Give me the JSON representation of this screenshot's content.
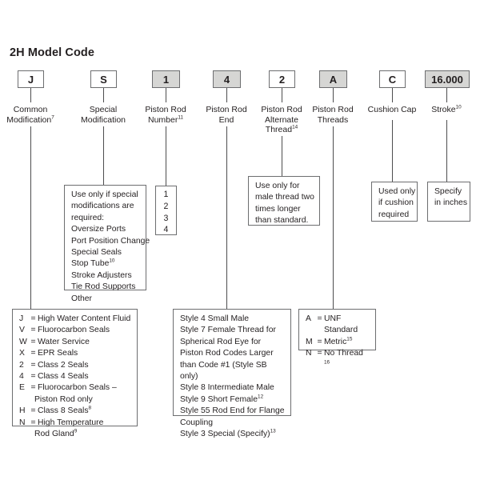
{
  "title": "2H Model Code",
  "code_chips": [
    {
      "name": "common-modification",
      "value": "J",
      "shaded": false
    },
    {
      "name": "special-modification",
      "value": "S",
      "shaded": false
    },
    {
      "name": "piston-rod-number",
      "value": "1",
      "shaded": true
    },
    {
      "name": "piston-rod-end",
      "value": "4",
      "shaded": true
    },
    {
      "name": "piston-rod-alternate-thread",
      "value": "2",
      "shaded": false
    },
    {
      "name": "piston-rod-threads",
      "value": "A",
      "shaded": true
    },
    {
      "name": "cushion-cap",
      "value": "C",
      "shaded": false
    },
    {
      "name": "stroke",
      "value": "16.000",
      "shaded": true
    }
  ],
  "stem_labels": [
    {
      "name": "common-modification",
      "line1": "Common",
      "line2": "Modification",
      "sup2": "7",
      "line3": "",
      "sup3": ""
    },
    {
      "name": "special-modification",
      "line1": "Special",
      "line2": "Modification",
      "sup2": "",
      "line3": "",
      "sup3": ""
    },
    {
      "name": "piston-rod-number",
      "line1": "Piston Rod",
      "line2": "Number",
      "sup2": "11",
      "line3": "",
      "sup3": ""
    },
    {
      "name": "piston-rod-end",
      "line1": "Piston Rod",
      "line2": "End",
      "sup2": "",
      "line3": "",
      "sup3": ""
    },
    {
      "name": "piston-rod-alternate-thread",
      "line1": "Piston Rod",
      "line2": "Alternate",
      "sup2": "",
      "line3": "Thread",
      "sup3": "14"
    },
    {
      "name": "piston-rod-threads",
      "line1": "Piston Rod",
      "line2": "Threads",
      "sup2": "",
      "line3": "",
      "sup3": ""
    },
    {
      "name": "cushion-cap",
      "line1": "Cushion Cap",
      "line2": "",
      "sup2": "",
      "line3": "",
      "sup3": ""
    },
    {
      "name": "stroke",
      "line1": "Stroke",
      "sup1": "10",
      "line2": "",
      "sup2": "",
      "line3": "",
      "sup3": ""
    }
  ],
  "special_mod_note": {
    "heading_1": "Use only if special",
    "heading_2": "modifications are",
    "heading_3": "required:",
    "items": [
      {
        "text": "Oversize Ports",
        "sup": ""
      },
      {
        "text": "Port Position Change",
        "sup": ""
      },
      {
        "text": "Special Seals",
        "sup": ""
      },
      {
        "text": "Stop Tube",
        "sup": "10"
      },
      {
        "text": "Stroke Adjusters",
        "sup": ""
      },
      {
        "text": "Tie Rod Supports",
        "sup": ""
      },
      {
        "text": "Other",
        "sup": ""
      }
    ]
  },
  "piston_rod_numbers": [
    "1",
    "2",
    "3",
    "4"
  ],
  "alternate_thread_note": {
    "line1": "Use only for",
    "line2": "male thread two",
    "line3": "times longer",
    "line4": "than standard."
  },
  "cushion_cap_note": {
    "line1": "Used only",
    "line2": "if cushion",
    "line3": "required"
  },
  "stroke_note": {
    "line1": "Specify",
    "line2": "in inches"
  },
  "common_modification_options": [
    {
      "key": "J",
      "value": "High Water Content Fluid",
      "sup": "",
      "cont": ""
    },
    {
      "key": "V",
      "value": "Fluorocarbon Seals",
      "sup": "",
      "cont": ""
    },
    {
      "key": "W",
      "value": "Water Service",
      "sup": "",
      "cont": ""
    },
    {
      "key": "X",
      "value": "EPR Seals",
      "sup": "",
      "cont": ""
    },
    {
      "key": "2",
      "value": "Class 2 Seals",
      "sup": "",
      "cont": ""
    },
    {
      "key": "4",
      "value": "Class 4 Seals",
      "sup": "",
      "cont": ""
    },
    {
      "key": "E",
      "value": "Fluorocarbon Seals –",
      "sup": "",
      "cont": "Piston Rod only"
    },
    {
      "key": "H",
      "value": "Class 8 Seals",
      "sup": "8",
      "cont": ""
    },
    {
      "key": "N",
      "value": "High Temperature",
      "sup": "",
      "cont": "Rod Gland",
      "cont_sup": "9"
    }
  ],
  "rod_end_styles": [
    {
      "text": "Style 4 Small Male",
      "sup": ""
    },
    {
      "text": "Style 7 Female Thread for Spherical Rod Eye for Piston Rod Codes Larger than Code #1 (Style SB only)",
      "sup": ""
    },
    {
      "text": "Style 8 Intermediate Male",
      "sup": ""
    },
    {
      "text": "Style 9 Short Female",
      "sup": "12"
    },
    {
      "text": "Style 55 Rod End for Flange Coupling",
      "sup": ""
    },
    {
      "text": "Style 3 Special (Specify)",
      "sup": "13"
    }
  ],
  "thread_options": [
    {
      "key": "A",
      "value": "UNF Standard",
      "sup": ""
    },
    {
      "key": "M",
      "value": "Metric",
      "sup": "15"
    },
    {
      "key": "N",
      "value": "No Thread ",
      "sup": "16"
    }
  ],
  "colors": {
    "shaded_chip": "#d6d6d4",
    "border": "#6d6e70",
    "text": "#231f20",
    "line": "#4d4d4f"
  }
}
